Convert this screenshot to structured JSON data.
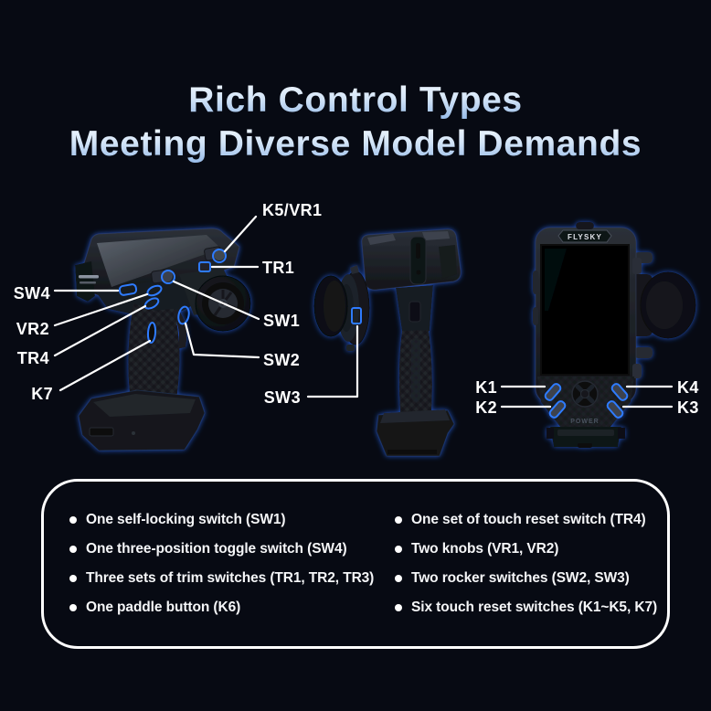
{
  "title": {
    "line1": "Rich Control Types",
    "line2": "Meeting Diverse Model Demands"
  },
  "colors": {
    "background": "#070a13",
    "accent_highlight_blue": "#2e7bff",
    "glow_blue": "#2563eb",
    "title_gradient_top": "#f6fbff",
    "title_gradient_bottom": "#8db5e6",
    "text": "#ffffff"
  },
  "diagram": {
    "brand_label": "FLYSKY",
    "power_label": "POWER",
    "callouts": {
      "k5_vr1": "K5/VR1",
      "tr1": "TR1",
      "sw1": "SW1",
      "sw2": "SW2",
      "sw3": "SW3",
      "sw4": "SW4",
      "vr2": "VR2",
      "tr4": "TR4",
      "k7": "K7",
      "k1": "K1",
      "k2": "K2",
      "k3": "K3",
      "k4": "K4"
    }
  },
  "features": {
    "left": [
      "One self-locking switch (SW1)",
      "One three-position toggle switch (SW4)",
      "Three sets of trim switches (TR1, TR2, TR3)",
      "One paddle button (K6)"
    ],
    "right": [
      "One set of touch reset switch (TR4)",
      "Two knobs (VR1, VR2)",
      "Two rocker switches (SW2, SW3)",
      "Six touch reset switches (K1~K5, K7)"
    ]
  }
}
